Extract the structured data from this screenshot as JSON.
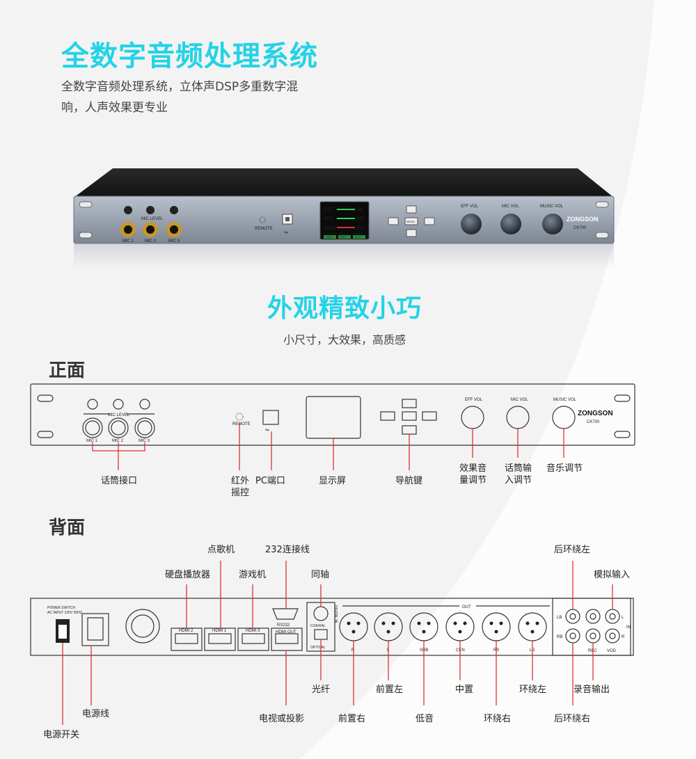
{
  "header": {
    "title": "全数字音频处理系统",
    "desc_line1": "全数字音频处理系统，立体声DSP多重数字混",
    "desc_line2": "响，人声效果更专业"
  },
  "device": {
    "brand": "ZONGSON",
    "model": "CK700",
    "mic_level_label": "MIC LEVEL",
    "mic_labels": [
      "MIC 1",
      "MIC 2",
      "MIC 3"
    ],
    "remote_label": "REMOTE",
    "menu_label": "MENU",
    "knob_labels": [
      "EFF VOL",
      "MIC VOL",
      "MUSIC VOL"
    ],
    "screen": {
      "rows": [
        {
          "label": "EFF",
          "value": "36"
        },
        {
          "label": "MIC",
          "value": "30"
        },
        {
          "label": "MUS",
          "value": "20"
        }
      ],
      "footer": [
        {
          "label": "SOURCE",
          "value": "VOD"
        },
        {
          "label": "FBK",
          "value": "ON-2"
        },
        {
          "label": "MODE",
          "value": "KTV"
        }
      ]
    }
  },
  "section2": {
    "title": "外观精致小巧",
    "subtitle": "小尺寸，大效果，高质感"
  },
  "front": {
    "label": "正面",
    "callouts": {
      "mic": "话筒接口",
      "ir_1": "红外",
      "ir_2": "摇控",
      "pc": "PC端口",
      "display": "显示屏",
      "nav": "导航键",
      "eff_1": "效果音",
      "eff_2": "量调节",
      "micvol_1": "话筒输",
      "micvol_2": "入调节",
      "music": "音乐调节"
    }
  },
  "back": {
    "label": "背面",
    "panel_text": {
      "power_switch": "POWER SWITCH",
      "ac_input": "AC INPUT 220V 50HZ",
      "hdmi2": "HDMI 2",
      "hdmi1": "HDMI 1",
      "hdmi3": "HDMI 3",
      "rs232": "RS232",
      "hdmi_out": "HDMI OUT",
      "coaxial": "COAXIAL",
      "optical": "OPTICAL",
      "digital_in": "DIGITAL IN",
      "out": "OUT",
      "xlr": [
        "R",
        "L",
        "SUB",
        "CEN",
        "RS",
        "LS"
      ],
      "lb": "LB",
      "rb": "RB",
      "l": "L",
      "r": "R",
      "in": "IN",
      "rec": "REC",
      "vod": "VOD"
    },
    "callouts": {
      "song": "点歌机",
      "rs232": "232连接线",
      "hdd": "硬盘播放器",
      "game": "游戏机",
      "coax": "同轴",
      "rear_left": "后环绕左",
      "analog_in": "模拟输入",
      "optical": "光纤",
      "front_left": "前置左",
      "center": "中置",
      "surround_left": "环绕左",
      "rec_out": "录音输出",
      "power_cord": "电源线",
      "tv": "电视或投影",
      "front_right": "前置右",
      "bass": "低音",
      "surround_right": "环绕右",
      "rear_right": "后环绕右",
      "power_switch": "电源开关"
    }
  }
}
